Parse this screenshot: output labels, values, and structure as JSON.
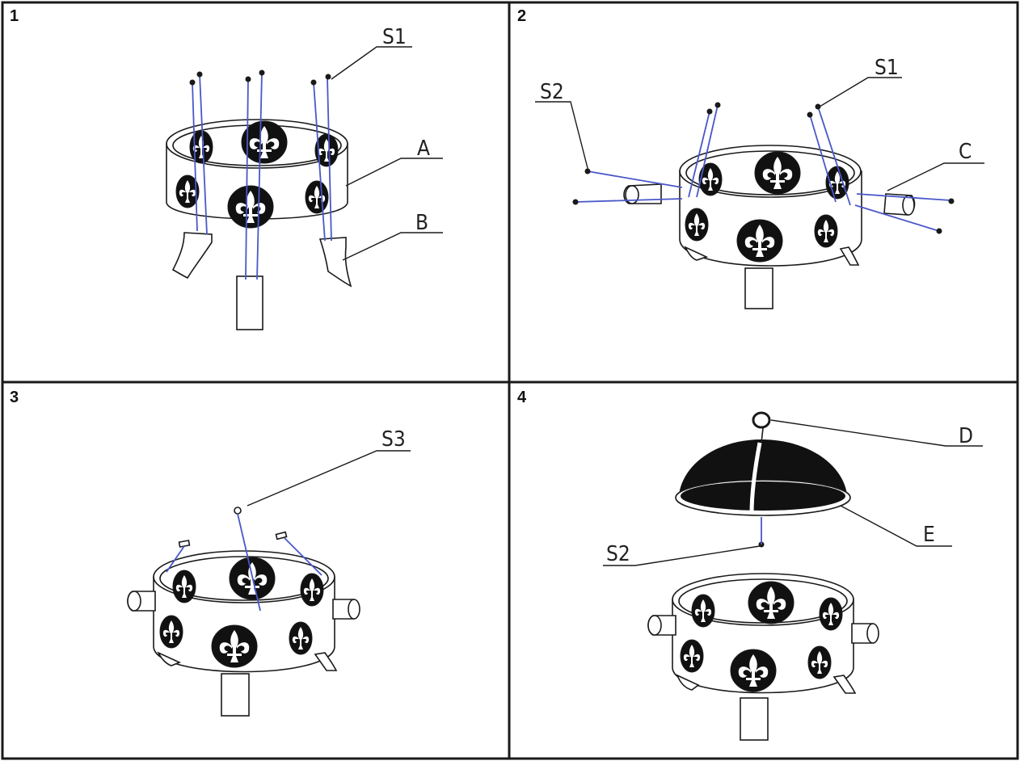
{
  "panels": [
    {
      "step": "1",
      "labels": [
        "S1",
        "A",
        "B"
      ]
    },
    {
      "step": "2",
      "labels": [
        "S2",
        "S1",
        "C"
      ]
    },
    {
      "step": "3",
      "labels": [
        "S3"
      ]
    },
    {
      "step": "4",
      "labels": [
        "D",
        "S2",
        "E"
      ]
    }
  ],
  "colors": {
    "frame": "#1a1a1a",
    "bolt": "#4a58c8",
    "ink": "#1a1a1a"
  }
}
